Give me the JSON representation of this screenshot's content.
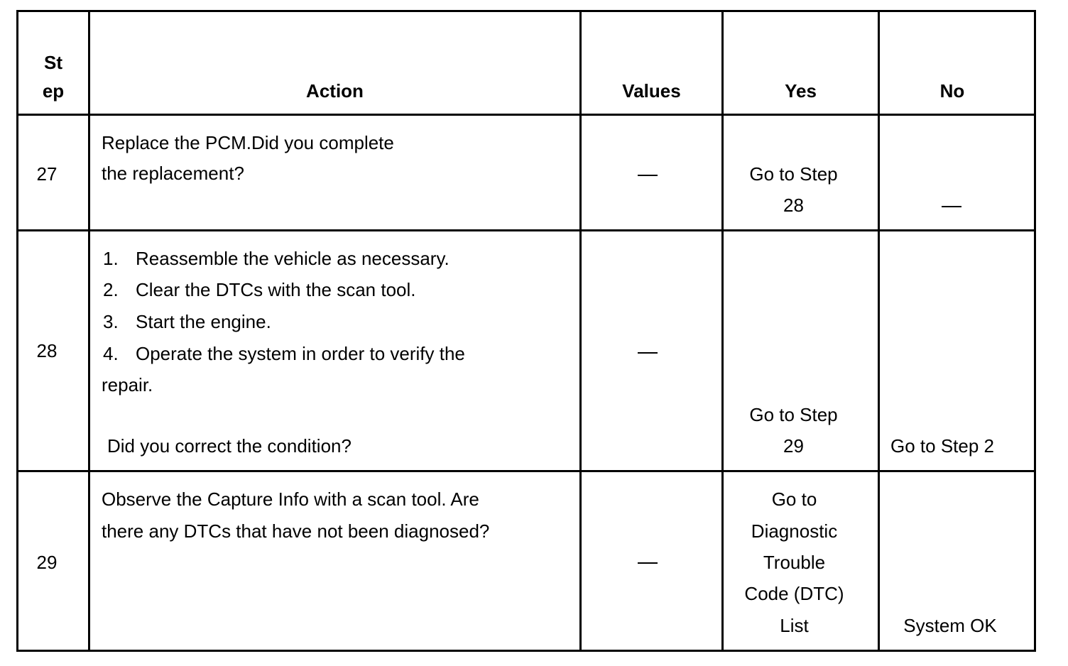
{
  "table": {
    "headers": {
      "step_line1": "St",
      "step_line2": "ep",
      "action": "Action",
      "values": "Values",
      "yes": "Yes",
      "no": "No"
    },
    "rows": [
      {
        "step": "27",
        "action_line1": "Replace the PCM.Did you complete",
        "action_line2": "the replacement?",
        "values": "—",
        "yes_line1": "Go to Step",
        "yes_line2": "28",
        "no": "—"
      },
      {
        "step": "28",
        "items": [
          {
            "num": "1.",
            "text": "Reassemble the vehicle as necessary."
          },
          {
            "num": "2.",
            "text": "Clear the DTCs with the scan tool."
          },
          {
            "num": "3.",
            "text": "Start the engine."
          },
          {
            "num": "4.",
            "text": "Operate the system in order to verify the"
          }
        ],
        "item_continuation": "repair.",
        "question": "Did you correct the condition?",
        "values": "—",
        "yes_line1": "Go to Step",
        "yes_line2": "29",
        "no": "Go to Step 2"
      },
      {
        "step": "29",
        "action_line1": "Observe the Capture Info with a scan tool. Are",
        "action_line2": "there any DTCs that have not been diagnosed?",
        "values": "—",
        "yes_lines": [
          "Go to",
          "Diagnostic",
          "Trouble",
          "Code (DTC)",
          "List"
        ],
        "no": "System OK"
      }
    ]
  }
}
